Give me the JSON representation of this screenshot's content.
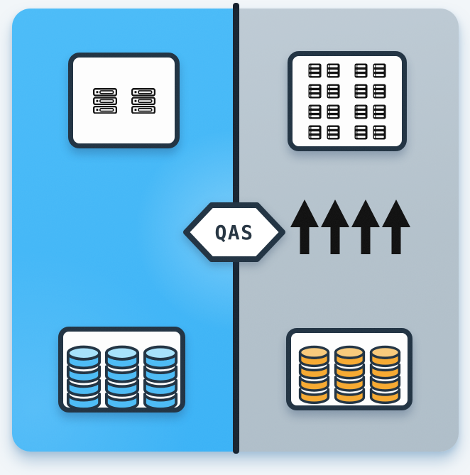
{
  "badge": {
    "label": "QAS"
  },
  "left_panel": {
    "servers_card": {
      "server_count": 2
    },
    "storage_card": {
      "stack_count": 3,
      "coin_style": "blue"
    }
  },
  "right_panel": {
    "servers_card": {
      "rows": 4,
      "servers_per_row": 4
    },
    "arrows": {
      "count": 4,
      "direction": "up"
    },
    "storage_card": {
      "stack_count": 3,
      "coin_style": "orange"
    }
  },
  "colors": {
    "left-bg": "#38b1f6",
    "left-bg-light": "#49bbf8",
    "right-bg": "#b2c0ca",
    "right-bg-light": "#bdcad4",
    "outline": "#1e3040",
    "divider": "#15212e",
    "card-bg": "#fdfdfd",
    "icon-black": "#0d0d0d",
    "coin-blue": "#4abaf5",
    "coin-blue-top": "#a5e1fb",
    "coin-orange": "#f6a82e",
    "coin-orange-top": "#f8c979",
    "badge-text": "#23323f"
  }
}
